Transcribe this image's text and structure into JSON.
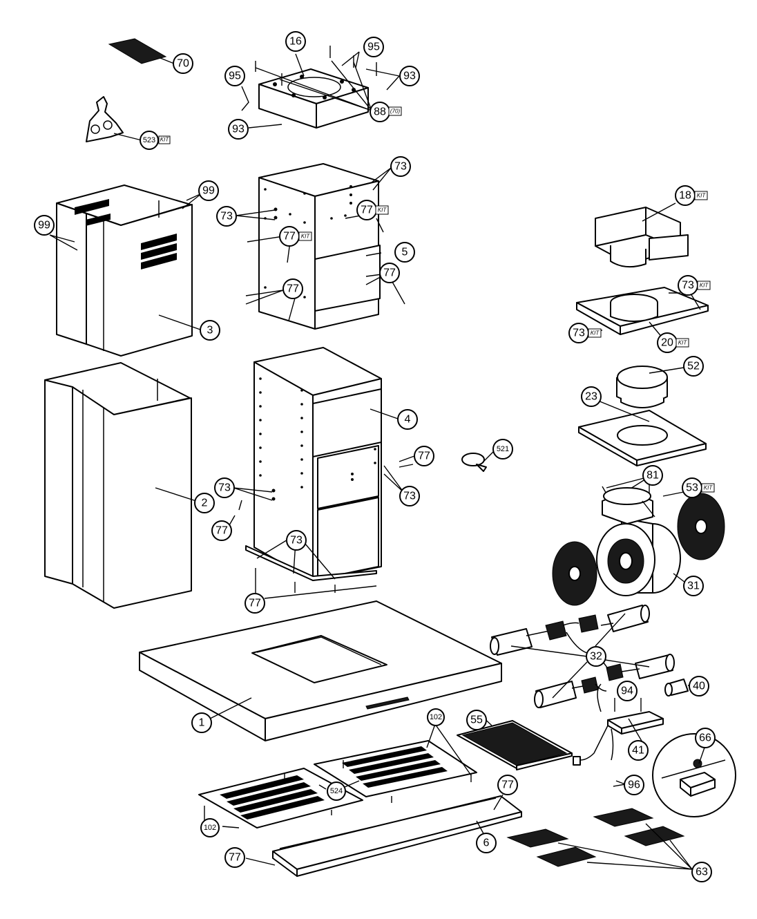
{
  "colors": {
    "line": "#000000",
    "fill": "#ffffff"
  },
  "callouts": [
    {
      "id": "c-70",
      "label": "70"
    },
    {
      "id": "c-16",
      "label": "16"
    },
    {
      "id": "c-95a",
      "label": "95"
    },
    {
      "id": "c-93a",
      "label": "93"
    },
    {
      "id": "c-95b",
      "label": "95"
    },
    {
      "id": "c-93b",
      "label": "93"
    },
    {
      "id": "c-88",
      "label": "88",
      "tag": "(70)"
    },
    {
      "id": "c-523",
      "label": "523",
      "tag": "KIT"
    },
    {
      "id": "c-73a",
      "label": "73"
    },
    {
      "id": "c-99a",
      "label": "99"
    },
    {
      "id": "c-99b",
      "label": "99"
    },
    {
      "id": "c-73b",
      "label": "73"
    },
    {
      "id": "c-77a",
      "label": "77",
      "tag": "KIT"
    },
    {
      "id": "c-77b",
      "label": "77",
      "tag": "KIT"
    },
    {
      "id": "c-5",
      "label": "5"
    },
    {
      "id": "c-77c",
      "label": "77"
    },
    {
      "id": "c-77d",
      "label": "77"
    },
    {
      "id": "c-3",
      "label": "3"
    },
    {
      "id": "c-18",
      "label": "18",
      "tag": "KIT"
    },
    {
      "id": "c-73c",
      "label": "73",
      "tag": "KIT"
    },
    {
      "id": "c-73d",
      "label": "73",
      "tag": "KIT"
    },
    {
      "id": "c-20",
      "label": "20",
      "tag": "KIT"
    },
    {
      "id": "c-52",
      "label": "52"
    },
    {
      "id": "c-23",
      "label": "23"
    },
    {
      "id": "c-4",
      "label": "4"
    },
    {
      "id": "c-521",
      "label": "521"
    },
    {
      "id": "c-77e",
      "label": "77"
    },
    {
      "id": "c-73e",
      "label": "73"
    },
    {
      "id": "c-2",
      "label": "2"
    },
    {
      "id": "c-73f",
      "label": "73"
    },
    {
      "id": "c-77f",
      "label": "77"
    },
    {
      "id": "c-81",
      "label": "81"
    },
    {
      "id": "c-53",
      "label": "53",
      "tag": "KIT"
    },
    {
      "id": "c-73g",
      "label": "73"
    },
    {
      "id": "c-77g",
      "label": "77"
    },
    {
      "id": "c-31",
      "label": "31"
    },
    {
      "id": "c-32",
      "label": "32"
    },
    {
      "id": "c-40",
      "label": "40"
    },
    {
      "id": "c-94",
      "label": "94"
    },
    {
      "id": "c-1",
      "label": "1"
    },
    {
      "id": "c-55",
      "label": "55"
    },
    {
      "id": "c-102a",
      "label": "102"
    },
    {
      "id": "c-66",
      "label": "66"
    },
    {
      "id": "c-41",
      "label": "41"
    },
    {
      "id": "c-524",
      "label": "524"
    },
    {
      "id": "c-77h",
      "label": "77"
    },
    {
      "id": "c-96",
      "label": "96"
    },
    {
      "id": "c-102b",
      "label": "102"
    },
    {
      "id": "c-6",
      "label": "6"
    },
    {
      "id": "c-77i",
      "label": "77"
    },
    {
      "id": "c-63",
      "label": "63"
    }
  ]
}
